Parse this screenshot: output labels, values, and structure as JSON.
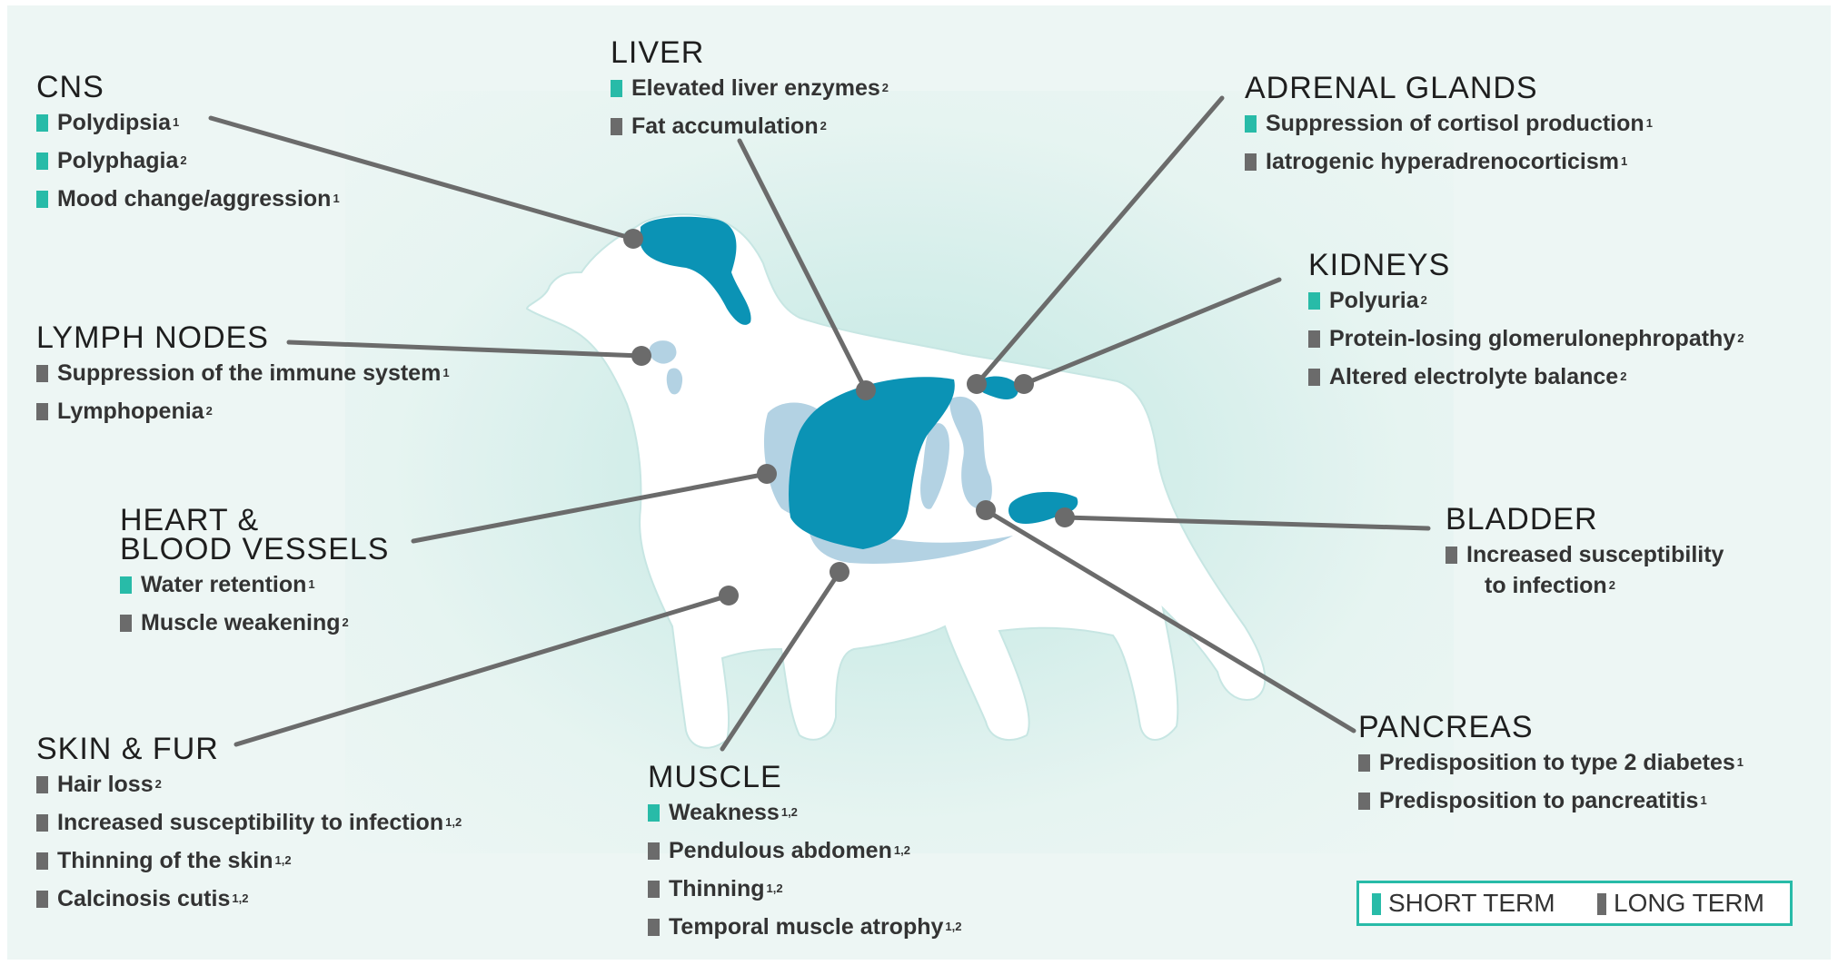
{
  "colors": {
    "short_term": "#28bba8",
    "long_term": "#6b6b6b",
    "organ_dark": "#0b93b5",
    "organ_light": "#b3d2e3",
    "dog_body": "#ffffff",
    "leader_line": "#6b6b6b"
  },
  "groups": {
    "cns": {
      "title": "CNS",
      "items": [
        {
          "text": "Polydipsia",
          "sup": "1",
          "term": "short"
        },
        {
          "text": "Polyphagia",
          "sup": "2",
          "term": "short"
        },
        {
          "text": "Mood change/aggression",
          "sup": "1",
          "term": "short"
        }
      ]
    },
    "lymph": {
      "title": "LYMPH NODES",
      "items": [
        {
          "text": "Suppression of the immune system",
          "sup": "1",
          "term": "long"
        },
        {
          "text": "Lymphopenia",
          "sup": "2",
          "term": "long"
        }
      ]
    },
    "heart": {
      "title_line1": "HEART &",
      "title_line2": "BLOOD VESSELS",
      "items": [
        {
          "text": "Water retention",
          "sup": "1",
          "term": "short"
        },
        {
          "text": "Muscle weakening",
          "sup": "2",
          "term": "long"
        }
      ]
    },
    "skin": {
      "title": "SKIN & FUR",
      "items": [
        {
          "text": "Hair loss",
          "sup": "2",
          "term": "long"
        },
        {
          "text": "Increased susceptibility to infection",
          "sup": "1,2",
          "term": "long"
        },
        {
          "text": "Thinning of the skin",
          "sup": "1,2",
          "term": "long"
        },
        {
          "text": "Calcinosis cutis",
          "sup": "1,2",
          "term": "long"
        }
      ]
    },
    "liver": {
      "title": "LIVER",
      "items": [
        {
          "text": "Elevated liver enzymes",
          "sup": "2",
          "term": "short"
        },
        {
          "text": "Fat accumulation",
          "sup": "2",
          "term": "long"
        }
      ]
    },
    "muscle": {
      "title": "MUSCLE",
      "items": [
        {
          "text": "Weakness",
          "sup": "1,2",
          "term": "short"
        },
        {
          "text": "Pendulous abdomen",
          "sup": "1,2",
          "term": "long"
        },
        {
          "text": "Thinning",
          "sup": "1,2",
          "term": "long"
        },
        {
          "text": "Temporal muscle atrophy",
          "sup": "1,2",
          "term": "long"
        }
      ]
    },
    "adrenal": {
      "title": "ADRENAL GLANDS",
      "items": [
        {
          "text": "Suppression of cortisol production",
          "sup": "1",
          "term": "short"
        },
        {
          "text": "Iatrogenic hyperadrenocorticism",
          "sup": "1",
          "term": "long"
        }
      ]
    },
    "kidneys": {
      "title": "KIDNEYS",
      "items": [
        {
          "text": "Polyuria",
          "sup": "2",
          "term": "short"
        },
        {
          "text": "Protein-losing glomerulonephropathy",
          "sup": "2",
          "term": "long"
        },
        {
          "text": "Altered electrolyte balance",
          "sup": "2",
          "term": "long"
        }
      ]
    },
    "bladder": {
      "title": "BLADDER",
      "item_line1": "Increased susceptibility",
      "item_line2": "to infection",
      "sup": "2",
      "term": "long"
    },
    "pancreas": {
      "title": "PANCREAS",
      "items": [
        {
          "text": "Predisposition to type 2 diabetes",
          "sup": "1",
          "term": "long"
        },
        {
          "text": "Predisposition to pancreatitis",
          "sup": "1",
          "term": "long"
        }
      ]
    }
  },
  "legend": {
    "short_label": "SHORT TERM",
    "long_label": "LONG TERM"
  }
}
